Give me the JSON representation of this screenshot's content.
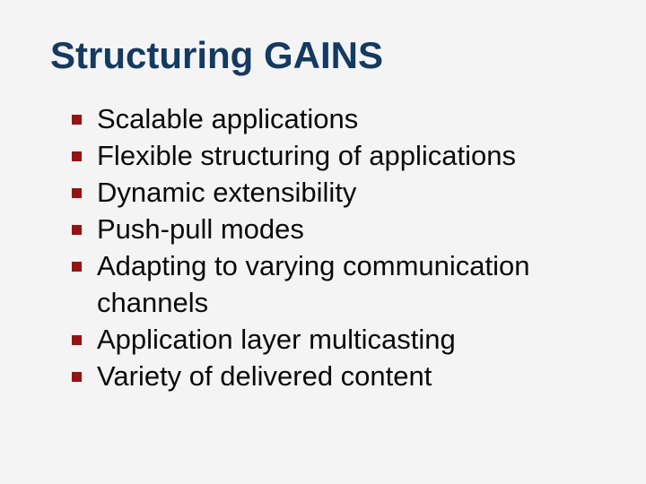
{
  "slide": {
    "title": "Structuring GAINS",
    "background_color": "#f4f4f4",
    "title_color": "#123a63",
    "bullet_color": "#9b1010",
    "text_color": "#0a0a0a",
    "bullets": [
      {
        "text": "Scalable applications"
      },
      {
        "text": "Flexible structuring of applications"
      },
      {
        "text": "Dynamic extensibility"
      },
      {
        "text": "Push-pull modes"
      },
      {
        "text": "Adapting to varying communication channels"
      },
      {
        "text": "Application layer multicasting"
      },
      {
        "text": "Variety of delivered content"
      }
    ]
  }
}
